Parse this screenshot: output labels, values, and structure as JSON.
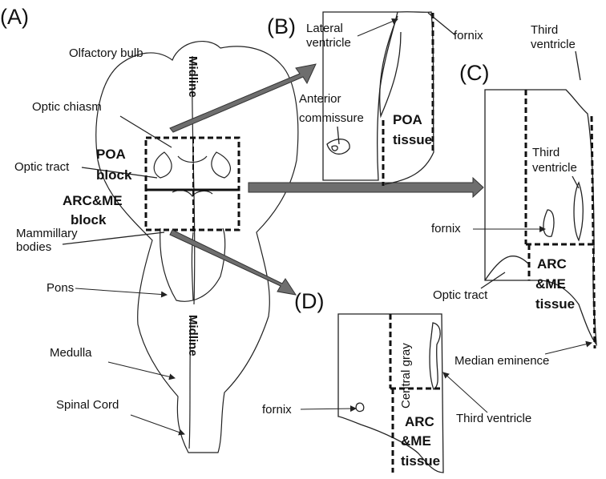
{
  "panels": {
    "a": "(A)",
    "b": "(B)",
    "c": "(C)",
    "d": "(D)"
  },
  "brain": {
    "olfactory_bulb": "Olfactory bulb",
    "optic_chiasm": "Optic chiasm",
    "optic_tract": "Optic tract",
    "mammillary_1": "Mammillary",
    "mammillary_2": "bodies",
    "pons": "Pons",
    "medulla": "Medulla",
    "spinal_cord": "Spinal Cord",
    "midline": "Midline",
    "poa_block_1": "POA",
    "poa_block_2": "block",
    "arc_block_1": "ARC&ME",
    "arc_block_2": "block"
  },
  "section_b": {
    "lateral_ventricle_1": "Lateral",
    "lateral_ventricle_2": "ventricle",
    "fornix": "fornix",
    "anterior_commissure_1": "Anterior",
    "anterior_commissure_2": "commissure",
    "tissue_1": "POA",
    "tissue_2": "tissue"
  },
  "section_c": {
    "third_ventricle_top_1": "Third",
    "third_ventricle_top_2": "ventricle",
    "third_ventricle_mid_1": "Third",
    "third_ventricle_mid_2": "ventricle",
    "fornix": "fornix",
    "optic_tract": "Optic tract",
    "tissue_1": "ARC",
    "tissue_2": "&ME",
    "tissue_3": "tissue",
    "median_eminence": "Median eminence"
  },
  "section_d": {
    "fornix": "fornix",
    "central_gray": "Central gray",
    "third_ventricle": "Third ventricle",
    "tissue_1": "ARC",
    "tissue_2": "&ME",
    "tissue_3": "tissue"
  }
}
